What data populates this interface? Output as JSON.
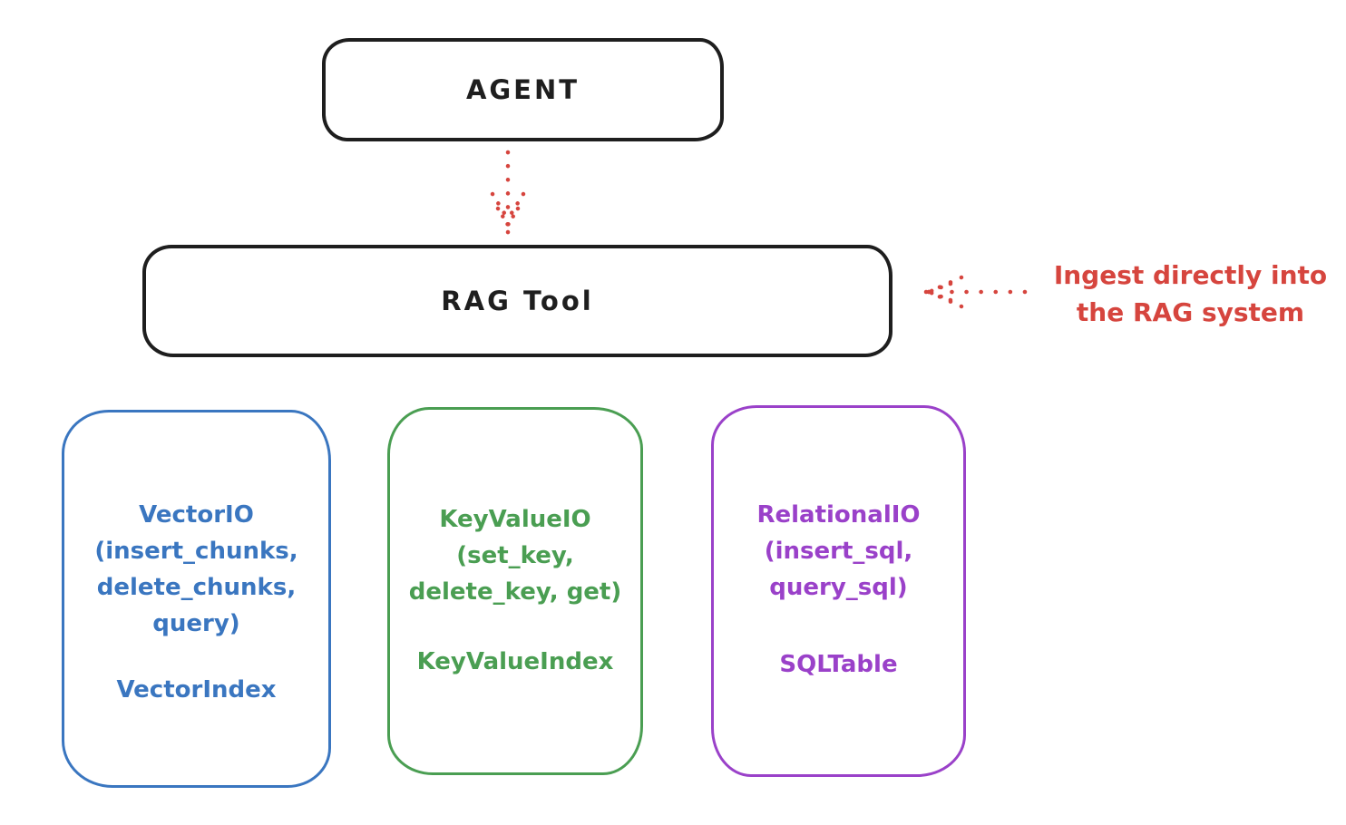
{
  "diagram": {
    "colors": {
      "stroke_black": "#1e1e1e",
      "vector_blue": "#3a76c0",
      "keyvalue_green": "#4a9e52",
      "relational_purple": "#9a41c9",
      "annotation_red": "#d6453e",
      "background": "#ffffff"
    },
    "nodes": {
      "agent": {
        "label": "AGENT"
      },
      "rag_tool": {
        "label": "RAG Tool"
      },
      "vector": {
        "lines": [
          "VectorIO",
          "(insert_chunks,",
          "delete_chunks,",
          "query)"
        ],
        "index_label": "VectorIndex"
      },
      "keyvalue": {
        "lines": [
          "KeyValueIO",
          "(set_key,",
          "delete_key, get)"
        ],
        "index_label": "KeyValueIndex"
      },
      "relational": {
        "lines": [
          "RelationalIO",
          "(insert_sql,",
          "query_sql)"
        ],
        "index_label": "SQLTable"
      }
    },
    "annotation": {
      "line1": "Ingest directly into",
      "line2": "the RAG system"
    },
    "arrows": {
      "agent_to_rag": "dotted-red-down-arrow",
      "annotation_to_rag": "dotted-red-left-arrow"
    }
  }
}
